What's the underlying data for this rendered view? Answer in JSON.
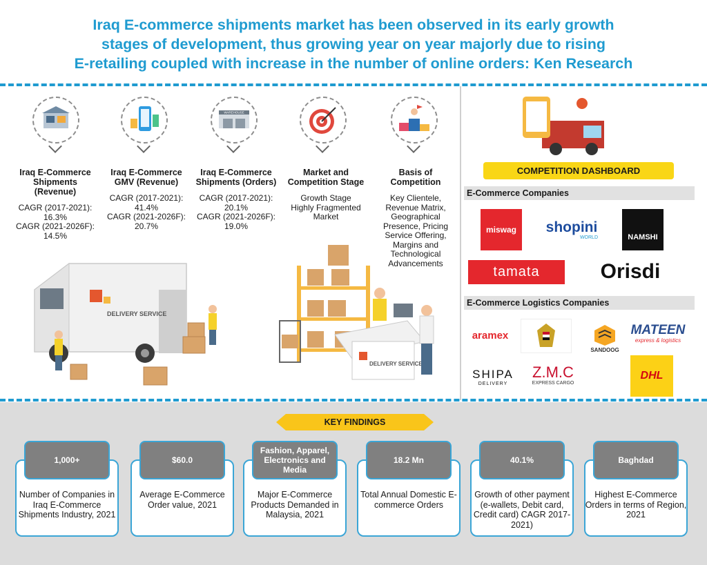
{
  "title_lines": [
    "Iraq E-commerce shipments market has been observed in its early growth",
    "stages of development, thus growing year on year majorly due to rising",
    "E-retailing coupled with increase in the number of online orders: Ken Research"
  ],
  "stats": [
    {
      "heading": "Iraq E-Commerce Shipments (Revenue)",
      "lines": [
        "CAGR (2017-2021):",
        "16.3%",
        "CAGR (2021-2026F):",
        "14.5%"
      ],
      "icon": "warehouse-icon"
    },
    {
      "heading": "Iraq E-Commerce GMV (Revenue)",
      "lines": [
        "CAGR (2017-2021):",
        "41.4%",
        "CAGR (2021-2026F):",
        "20.7%"
      ],
      "icon": "shopping-phone-icon"
    },
    {
      "heading": "Iraq E-Commerce Shipments (Orders)",
      "lines": [
        "CAGR (2017-2021):",
        "20.1%",
        "CAGR (2021-2026F):",
        "19.0%"
      ],
      "icon": "warehouse-building-icon"
    },
    {
      "heading": "Market  and Competition Stage",
      "lines": [
        "Growth Stage",
        "Highly Fragmented",
        "Market"
      ],
      "icon": "target-icon"
    },
    {
      "heading": "Basis of Competition",
      "lines": [
        "Key Clientele,",
        "Revenue Matrix,",
        "Geographical",
        "Presence,  Pricing",
        "Service Offering,",
        "Margins and",
        "Technological",
        "Advancements"
      ],
      "icon": "podium-icon"
    }
  ],
  "illustration": {
    "van_text": "DELIVERY SERVICE",
    "counter_text": "DELIVERY SERVICE",
    "warehouse_sign": "WAREHOUSE"
  },
  "dashboard": {
    "title": "COMPETITION DASHBOARD",
    "ecom_label": "E-Commerce Companies",
    "ecom_logos": [
      "miswag",
      "shopini",
      "WORLD",
      "NAMSHI",
      "tamata",
      "Orisdi"
    ],
    "logistics_label": "E-Commerce Logistics Companies",
    "logistics_logos": [
      "aramex",
      "SANDOOG",
      "MATEEN",
      "express & logistics",
      "SHIPA",
      "DELIVERY",
      "Z.M.C",
      "EXPRESS CARGO",
      "DHL"
    ]
  },
  "colors": {
    "accent": "#1f9bd0",
    "yellow": "#f9d616",
    "gray": "#808080"
  },
  "key_findings": {
    "title": "KEY FINDINGS",
    "cards": [
      {
        "value": "1,000+",
        "text": "Number of Companies in Iraq E-Commerce Shipments Industry, 2021"
      },
      {
        "value": "$60.0",
        "text": "Average E-Commerce Order value, 2021"
      },
      {
        "value": "Fashion, Apparel, Electronics and Media",
        "text": "Major E-Commerce Products Demanded in Malaysia, 2021"
      },
      {
        "value": "18.2 Mn",
        "text": "Total Annual Domestic E-commerce Orders"
      },
      {
        "value": "40.1%",
        "text": "Growth of other payment (e-wallets, Debit card, Credit card) CAGR 2017-2021)"
      },
      {
        "value": "Baghdad",
        "text": "Highest E-Commerce Orders in terms of Region, 2021"
      }
    ]
  }
}
